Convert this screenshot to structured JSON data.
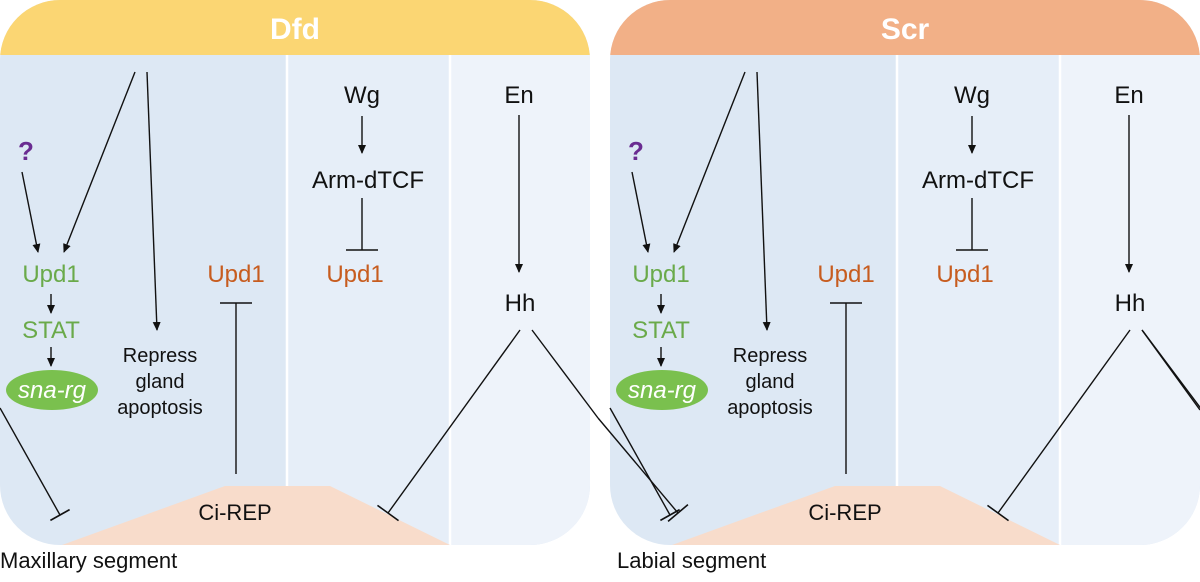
{
  "colors": {
    "dfd_header": "#fbd673",
    "scr_header": "#f2b087",
    "panel_main": "#dde8f4",
    "panel_mid": "#e6eef8",
    "panel_right": "#eef3fa",
    "ci_rep_fill": "#f8dccb",
    "green": "#6aaa4a",
    "orange": "#c75c1f",
    "purple": "#6a2c91",
    "sna_fill": "#7ac04e",
    "line": "#111111"
  },
  "panels": [
    {
      "id": "dfd",
      "header": "Dfd",
      "question": "?",
      "upd1_green": "Upd1",
      "stat": "STAT",
      "sna_rg": "sna-rg",
      "repress": [
        "Repress",
        "gland",
        "apoptosis"
      ],
      "upd1_orange_left": "Upd1",
      "wg": "Wg",
      "arm": "Arm-dTCF",
      "upd1_orange_mid": "Upd1",
      "en": "En",
      "hh": "Hh",
      "ci_rep": "Ci-REP",
      "caption": "Maxillary segment"
    },
    {
      "id": "scr",
      "header": "Scr",
      "question": "?",
      "upd1_green": "Upd1",
      "stat": "STAT",
      "sna_rg": "sna-rg",
      "repress": [
        "Repress",
        "gland",
        "apoptosis"
      ],
      "upd1_orange_left": "Upd1",
      "wg": "Wg",
      "arm": "Arm-dTCF",
      "upd1_orange_mid": "Upd1",
      "en": "En",
      "hh": "Hh",
      "ci_rep": "Ci-REP",
      "caption": "Labial segment"
    }
  ]
}
